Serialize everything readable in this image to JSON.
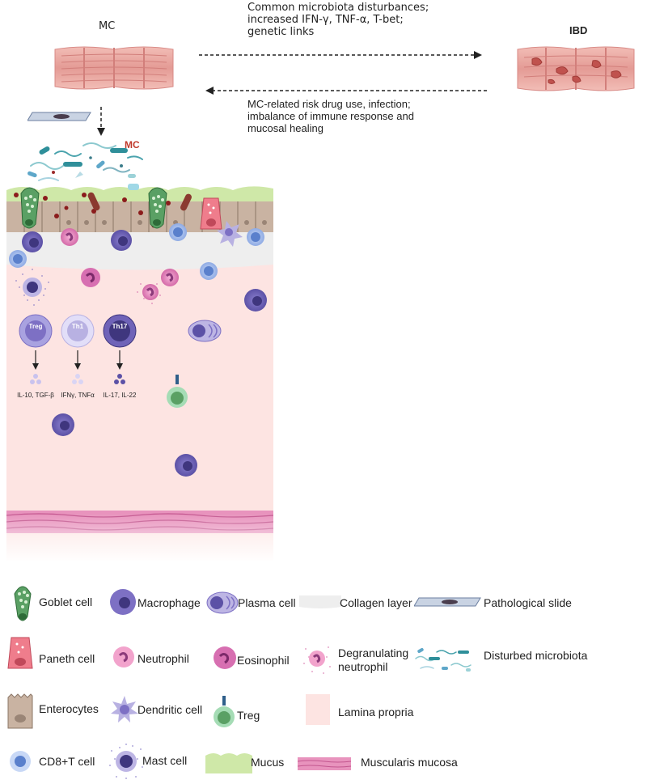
{
  "top": {
    "mc_label": "MC",
    "ibd_label": "IBD",
    "forward_note": [
      "Common microbiota disturbances;",
      "increased IFN-γ,  TNF-α,  T-bet;",
      "genetic links"
    ],
    "reverse_note": [
      "MC-related risk drug use, infection;",
      "imbalance of immune response and",
      "mucosal healing"
    ]
  },
  "diagram": {
    "mc_marker": "MC",
    "t_cells": [
      {
        "name": "Treg",
        "cytokines": "IL-10, TGF-β"
      },
      {
        "name": "Th1",
        "cytokines": "IFNγ, TNFα"
      },
      {
        "name": "Th17",
        "cytokines": "IL-17, IL-22"
      }
    ]
  },
  "legend": {
    "goblet": "Goblet cell",
    "macrophage": "Macrophage",
    "plasma": "Plasma cell",
    "collagen": "Collagen layer",
    "slide": "Pathological slide",
    "paneth": "Paneth cell",
    "neutrophil": "Neutrophil",
    "eosinophil": "Eosinophil",
    "degran_1": "Degranulating",
    "degran_2": "neutrophil",
    "microbiota": "Disturbed microbiota",
    "enterocytes": "Enterocytes",
    "dendritic": "Dendritic cell",
    "treg": "Treg",
    "lamina": "Lamina propria",
    "cd8": "CD8+T cell",
    "mast": "Mast cell",
    "mucus": "Mucus",
    "muscularis": "Muscularis mucosa"
  },
  "colors": {
    "intestine": "#e8a4a0",
    "lamina": "#fde4e2",
    "mucus": "#d7ecb3",
    "macrophage": "#6f63b8",
    "neutrophil": "#e07fb8",
    "goblet": "#5aa064",
    "paneth": "#ef7d8c",
    "treg": "#6fbf88",
    "cd8": "#8fb0e8",
    "muscularis": "#e893bd",
    "accent_red": "#c0392b"
  }
}
